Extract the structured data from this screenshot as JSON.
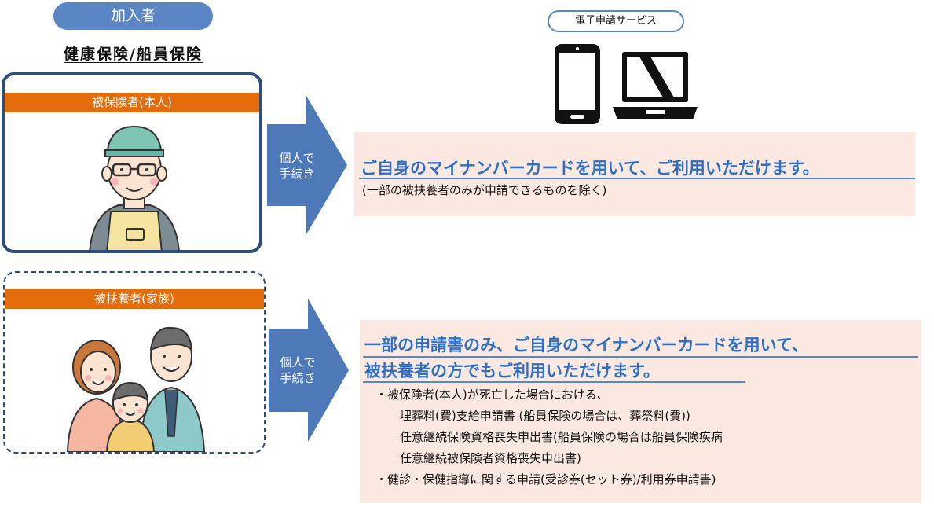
{
  "header": {
    "member_label": "加入者",
    "insurance_title": "健康保険/船員保険"
  },
  "insured": {
    "band_label": "被保険者(本人)",
    "arrow_line1": "個人で",
    "arrow_line2": "手続き"
  },
  "dependent": {
    "band_label": "被扶養者(家族)",
    "arrow_line1": "個人で",
    "arrow_line2": "手続き"
  },
  "service": {
    "label": "電子申請サービス"
  },
  "panel1": {
    "headline": "ご自身のマイナンバーカードを用いて、ご利用いただけます。",
    "note": "(一部の被扶養者のみが申請できるものを除く)"
  },
  "panel2": {
    "headline_line1": "一部の申請書のみ、ご自身のマイナンバーカードを用いて、",
    "headline_line2": "被扶養者の方でもご利用いただけます。",
    "items": [
      "・被保険者(本人)が死亡した場合における、",
      "埋葬料(費)支給申請書 (船員保険の場合は、葬祭料(費))",
      "任意継続保険資格喪失申出書(船員保険の場合は船員保険疾病",
      "任意継続被保険者資格喪失申出書)",
      "・健診・保健指導に関する申請(受診券(セット券)/利用券申請書)"
    ]
  },
  "colors": {
    "pill_blue": "#5b86c5",
    "band_orange": "#e46c0a",
    "border_navy": "#2e4d7b",
    "arrow_blue": "#4e79b8",
    "headline_blue": "#2f6fc2",
    "panel_peach": "#fbe9e1"
  }
}
